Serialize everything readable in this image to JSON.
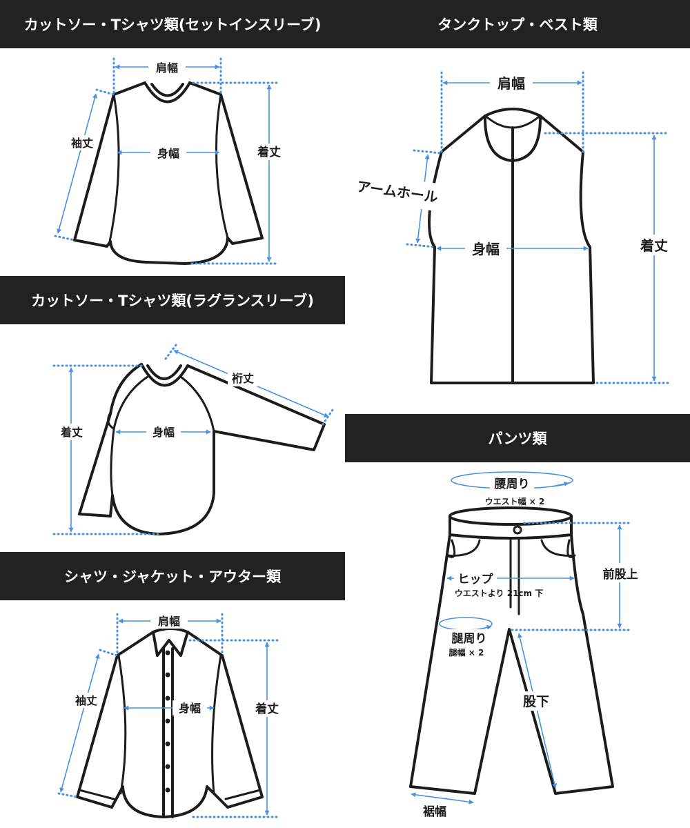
{
  "headers": {
    "setin": "カットソー・Tシャツ類(セットインスリーブ)",
    "tank": "タンクトップ・ベスト類",
    "raglan": "カットソー・Tシャツ類(ラグランスリーブ)",
    "pants": "パンツ類",
    "shirt": "シャツ・ジャケット・アウター類"
  },
  "labels": {
    "shoulder": "肩幅",
    "sleeve": "袖丈",
    "body_width": "身幅",
    "length": "着丈",
    "armhole": "アームホール",
    "yuki": "裄丈",
    "waist": "腰周り",
    "waist_note": "ウエスト幅 × 2",
    "hip": "ヒップ",
    "hip_note": "ウエストより 21cm 下",
    "rise": "前股上",
    "thigh": "腿周り",
    "thigh_note": "腿幅 × 2",
    "inseam": "股下",
    "hem": "裾幅"
  },
  "colors": {
    "band": "#222222",
    "band_text": "#ffffff",
    "measure": "#4a90e0",
    "garment": "#1c1c1c"
  }
}
